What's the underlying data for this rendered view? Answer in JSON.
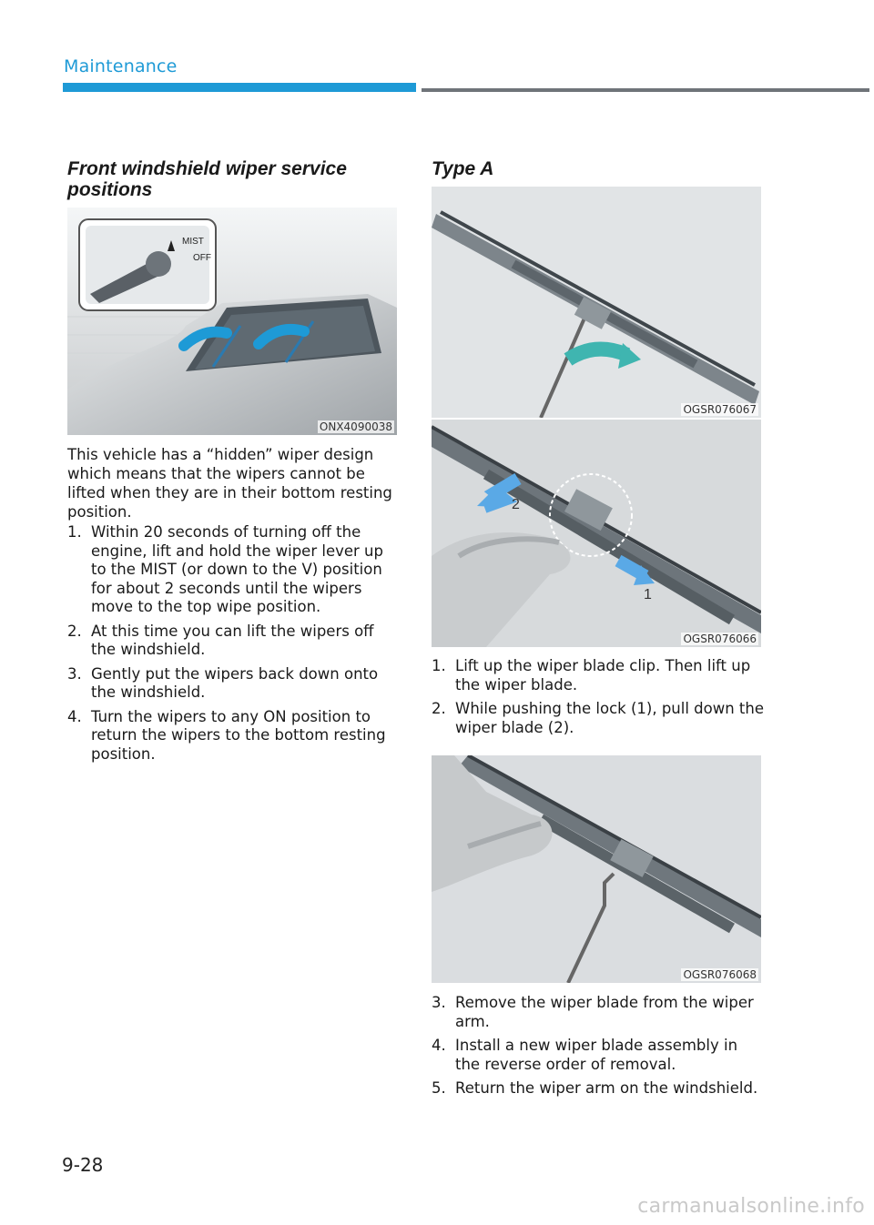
{
  "header": {
    "section": "Maintenance"
  },
  "left": {
    "title": "Front windshield wiper service positions",
    "figure": {
      "code": "ONX4090038",
      "labels": {
        "mist": "MIST",
        "off": "OFF"
      }
    },
    "intro": "This vehicle has a “hidden” wiper design which means that the wipers cannot be lifted when they are in their bottom resting position.",
    "steps": [
      {
        "num": "1.",
        "text": "Within 20 seconds of turning off the engine, lift and hold the wiper lever up to the MIST (or down to the V) position for about 2 seconds until the wipers move to the top wipe position."
      },
      {
        "num": "2.",
        "text": "At this time you can lift the wipers off the windshield."
      },
      {
        "num": "3.",
        "text": "Gently put the wipers back down onto the windshield."
      },
      {
        "num": "4.",
        "text": "Turn the wipers to any ON position to return the wipers to the bottom resting position."
      }
    ]
  },
  "right": {
    "title": "Type A",
    "figures": [
      {
        "code": "OGSR076067"
      },
      {
        "code": "OGSR076066",
        "labels": {
          "lock": "1",
          "blade": "2"
        }
      },
      {
        "code": "OGSR076068"
      }
    ],
    "steps_a": [
      {
        "num": "1.",
        "text": "Lift up the wiper blade clip. Then lift up the wiper blade."
      },
      {
        "num": "2.",
        "text": "While pushing the lock (1), pull down the wiper blade (2)."
      }
    ],
    "steps_b": [
      {
        "num": "3.",
        "text": "Remove the wiper blade from the wiper arm."
      },
      {
        "num": "4.",
        "text": "Install a new wiper blade assembly in the reverse order of removal."
      },
      {
        "num": "5.",
        "text": "Return the wiper arm on the windshield."
      }
    ]
  },
  "footer": {
    "page_number": "9-28",
    "watermark": "carmanualsonline.info"
  },
  "colors": {
    "accent": "#1e9ad6",
    "rule_gray": "#6f7479",
    "arrow_teal": "#3fb5b0",
    "arrow_blue": "#5aa9e6"
  }
}
